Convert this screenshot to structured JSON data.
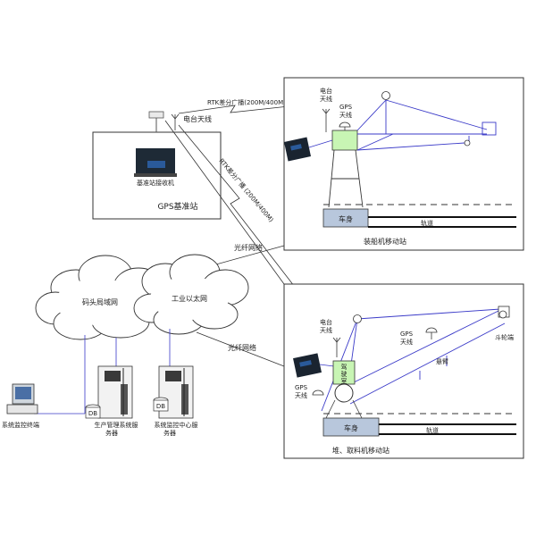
{
  "base_station": {
    "title": "GPS基准站",
    "antenna_label": "电台天线",
    "receiver_label": "基准站接收机"
  },
  "links": {
    "rtk_top": "RTK差分广播(200M/400M)",
    "rtk_diag": "RTK差分广播 (200M/400M)",
    "fiber_top": "光纤网络",
    "fiber_bottom": "光纤网络"
  },
  "ship_loader": {
    "title": "装船机移动站",
    "radio_antenna": [
      "电台",
      "天线"
    ],
    "gps_antenna": [
      "GPS",
      "天线"
    ],
    "body_label": "车身",
    "track_label": "轨道"
  },
  "stacker": {
    "title": "堆、取料机移动站",
    "radio_antenna": [
      "电台",
      "天线"
    ],
    "gps_antenna_left": [
      "GPS",
      "天线"
    ],
    "gps_antenna_right": [
      "GPS",
      "天线"
    ],
    "cab_label": [
      "驾",
      "驶",
      "室"
    ],
    "boom_label": "悬臂",
    "bucket_label": "斗轮端",
    "body_label": "车身",
    "track_label": "轨道"
  },
  "network": {
    "lan_label": "码头局域网",
    "ethernet_label": "工业以太网"
  },
  "terminals": {
    "monitor_terminal": "系统监控终端",
    "production_server": [
      "生产管理系统服",
      "务器"
    ],
    "monitor_server": [
      "系统监控中心服",
      "务器"
    ],
    "db_label": "DB"
  },
  "colors": {
    "line_blue": "#3a3ac8",
    "gps_green": "#c8f5b4",
    "body_blue": "#b8c7dc"
  }
}
